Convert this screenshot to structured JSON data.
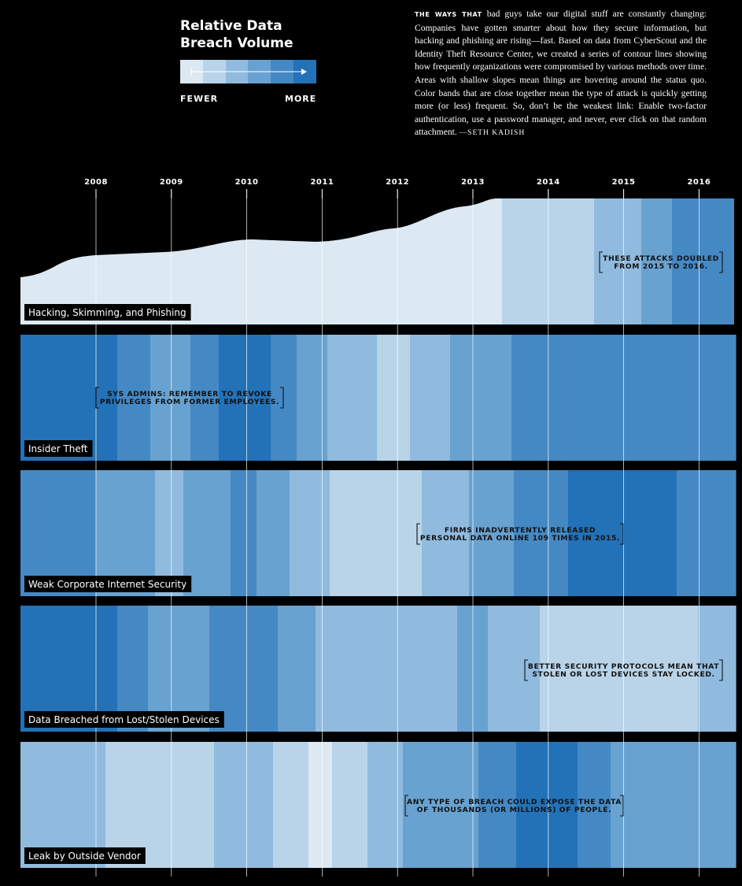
{
  "legend": {
    "title_line1": "Relative Data",
    "title_line2": "Breach Volume",
    "fewer": "FEWER",
    "more": "MORE",
    "colors": [
      "#dce9f3",
      "#b9d4e9",
      "#90bbde",
      "#68a2d0",
      "#4489c4",
      "#2371b6"
    ]
  },
  "intro": {
    "lead": "THE WAYS THAT",
    "body": "bad guys take our digital stuff are constantly changing: Companies have gotten smarter about how they secure information, but hacking and phishing are rising—fast. Based on data from CyberScout and the Identity Theft Resource Center, we created a series of contour lines showing how frequently organizations were compromised by various methods over time. Areas with shallow slopes mean things are hovering around the status quo. Color bands that are close together mean the type of attack is quickly getting more (or less) frequent. So, don’t be the weakest link: Enable two-factor authentication, use a password manager, and never, ever click on that random attachment.",
    "byline": "—SETH KADISH"
  },
  "chart_data": {
    "type": "area",
    "years": [
      "2008",
      "2009",
      "2010",
      "2011",
      "2012",
      "2013",
      "2014",
      "2015",
      "2016"
    ],
    "panels": [
      {
        "name": "Hacking, Skimming, and Phishing",
        "note": [
          "THESE ATTACKS DOUBLED",
          "FROM 2015 TO 2016."
        ],
        "levels": [
          0,
          0,
          0,
          0,
          0,
          0.25,
          1,
          2,
          4.2
        ]
      },
      {
        "name": "Insider Theft",
        "note": [
          "SYS ADMINS: REMEMBER TO REVOKE",
          "PRIVILEGES FROM FORMER EMPLOYEES."
        ],
        "levels": [
          5,
          3.2,
          5,
          2.6,
          1.4,
          3,
          3.8,
          4,
          3.8
        ]
      },
      {
        "name": "Weak Corporate Internet Security",
        "note": [
          "FIRMS INADVERTENTLY RELEASED",
          "PERSONAL DATA ONLINE 109 TIMES IN 2015."
        ],
        "levels": [
          3.5,
          2.4,
          3.6,
          1.6,
          1.2,
          2.6,
          4.2,
          5,
          4.3
        ]
      },
      {
        "name": "Data Breached from Lost/Stolen Devices",
        "note": [
          "BETTER SECURITY PROTOCOLS MEAN THAT",
          "STOLEN OR LOST DEVICES STAY LOCKED."
        ],
        "levels": [
          5,
          3,
          4,
          2.4,
          1.6,
          2.6,
          1.4,
          1.2,
          1.5
        ]
      },
      {
        "name": "Leak by Outside Vendor",
        "note": [
          "ANY TYPE OF BREACH COULD EXPOSE THE DATA",
          "OF THOUSANDS (OR MILLIONS) OF PEOPLE."
        ],
        "levels": [
          1.6,
          0.6,
          2,
          0.4,
          2.4,
          3.4,
          5,
          3.2,
          2.8
        ]
      }
    ]
  }
}
